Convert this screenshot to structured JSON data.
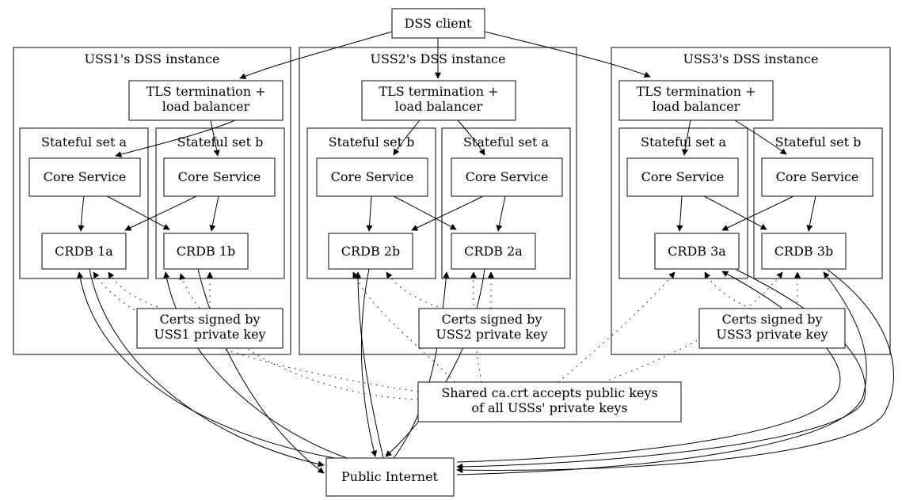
{
  "client_label": "DSS client",
  "public_internet_label": "Public Internet",
  "tls": {
    "line1": "TLS termination +",
    "line2": "load balancer"
  },
  "shared_note": {
    "line1": "Shared ca.crt accepts public keys",
    "line2": "of all USSs' private keys"
  },
  "instances": [
    {
      "title": "USS1's DSS instance",
      "sets": [
        {
          "label": "Stateful set a",
          "core_label": "Core Service",
          "crdb_label": "CRDB 1a"
        },
        {
          "label": "Stateful set b",
          "core_label": "Core Service",
          "crdb_label": "CRDB 1b"
        }
      ],
      "certs": {
        "line1": "Certs signed by",
        "line2": "USS1 private key"
      }
    },
    {
      "title": "USS2's DSS instance",
      "sets": [
        {
          "label": "Stateful set b",
          "core_label": "Core Service",
          "crdb_label": "CRDB 2b"
        },
        {
          "label": "Stateful set a",
          "core_label": "Core Service",
          "crdb_label": "CRDB 2a"
        }
      ],
      "certs": {
        "line1": "Certs signed by",
        "line2": "USS2 private key"
      }
    },
    {
      "title": "USS3's DSS instance",
      "sets": [
        {
          "label": "Stateful set a",
          "core_label": "Core Service",
          "crdb_label": "CRDB 3a"
        },
        {
          "label": "Stateful set b",
          "core_label": "Core Service",
          "crdb_label": "CRDB 3b"
        }
      ],
      "certs": {
        "line1": "Certs signed by",
        "line2": "USS3 private key"
      }
    }
  ],
  "colors": {
    "stroke": "#000000",
    "background": "#ffffff"
  }
}
